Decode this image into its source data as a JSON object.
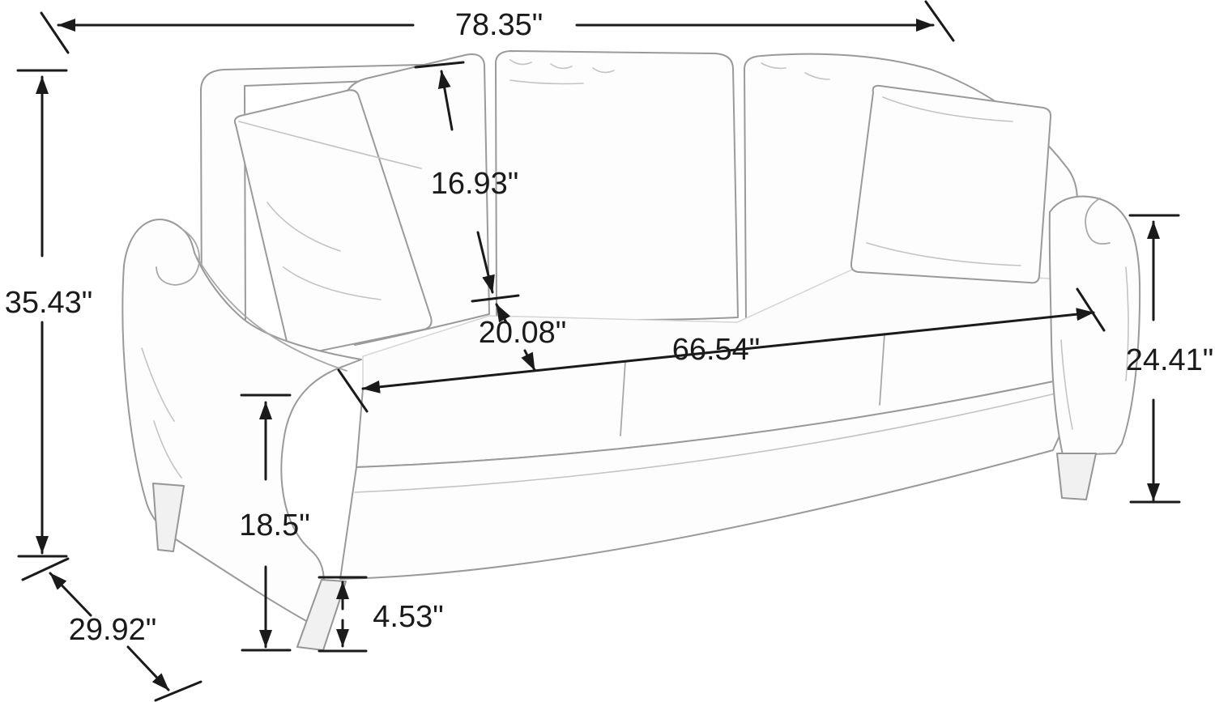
{
  "figure": {
    "subject": "three-seat sofa line-art sketch with dimension annotations",
    "unit_symbol": "\"",
    "line_color": "#1a1a1a",
    "sketch_color": "#9a9a9a"
  },
  "dimensions": {
    "overall_width": {
      "label": "78.35\"",
      "value": 78.35
    },
    "overall_height": {
      "label": "35.43\"",
      "value": 35.43
    },
    "back_cushion_height": {
      "label": "16.93\"",
      "value": 16.93
    },
    "seat_depth": {
      "label": "20.08\"",
      "value": 20.08
    },
    "seat_width": {
      "label": "66.54\"",
      "value": 66.54
    },
    "arm_height": {
      "label": "24.41\"",
      "value": 24.41
    },
    "seat_height": {
      "label": "18.5\"",
      "value": 18.5
    },
    "leg_height": {
      "label": "4.53\"",
      "value": 4.53
    },
    "overall_depth": {
      "label": "29.92\"",
      "value": 29.92
    }
  }
}
